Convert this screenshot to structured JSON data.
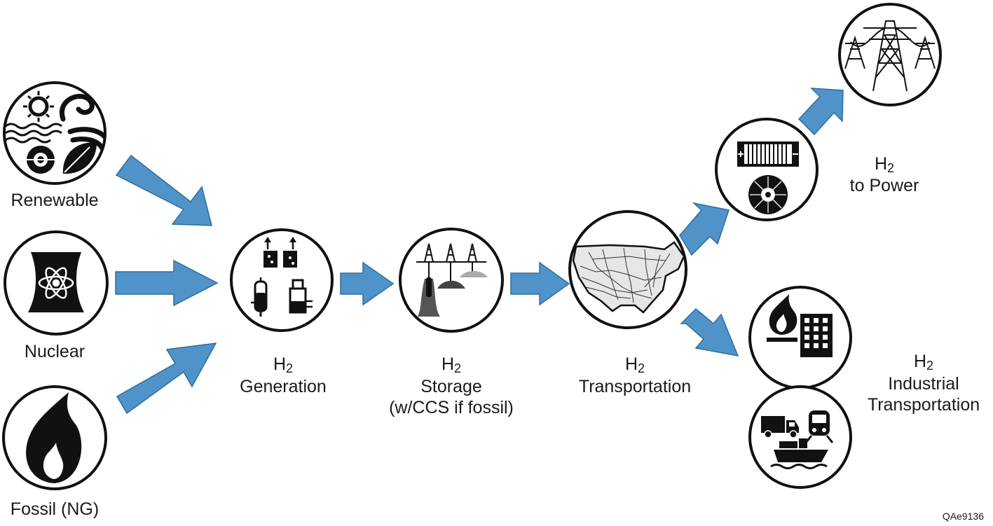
{
  "sources": {
    "renewable": "Renewable",
    "nuclear": "Nuclear",
    "fossil": "Fossil (NG)"
  },
  "stages": {
    "generation": {
      "prefix": "H",
      "sub": "2",
      "name": "Generation"
    },
    "storage": {
      "prefix": "H",
      "sub": "2",
      "name": "Storage",
      "note": "(w/CCS if fossil)"
    },
    "transportation": {
      "prefix": "H",
      "sub": "2",
      "name": "Transportation"
    }
  },
  "endpoints": {
    "power": {
      "prefix": "H",
      "sub": "2",
      "name": "to Power"
    },
    "industrial": {
      "prefix": "H",
      "sub": "2",
      "line1": "Industrial",
      "line2": "Transportation"
    }
  },
  "figure_code": "QAe9136",
  "colors": {
    "arrow": "#4f93c9",
    "arrow_edge": "#2e6d9f",
    "icon": "#111111",
    "circle": "#111111"
  },
  "icons": {
    "renewable": [
      "sun-icon",
      "wind-icon",
      "water-waves-icon",
      "geothermal-globe-icon",
      "leaf-icon"
    ],
    "nuclear": [
      "cooling-tower-icon",
      "atom-icon"
    ],
    "fossil": [
      "flame-icon"
    ],
    "generation": [
      "electrolyzer-icon",
      "reformer-icon",
      "gasifier-icon"
    ],
    "storage": [
      "storage-wells-icon",
      "salt-cavern-icon"
    ],
    "transportation": [
      "us-pipeline-map-icon"
    ],
    "power": [
      "fuel-cell-icon",
      "turbine-icon"
    ],
    "power_grid": [
      "transmission-tower-icon"
    ],
    "industrial": [
      "flame-icon",
      "building-icon"
    ],
    "transport": [
      "truck-icon",
      "train-icon",
      "ship-icon"
    ]
  }
}
